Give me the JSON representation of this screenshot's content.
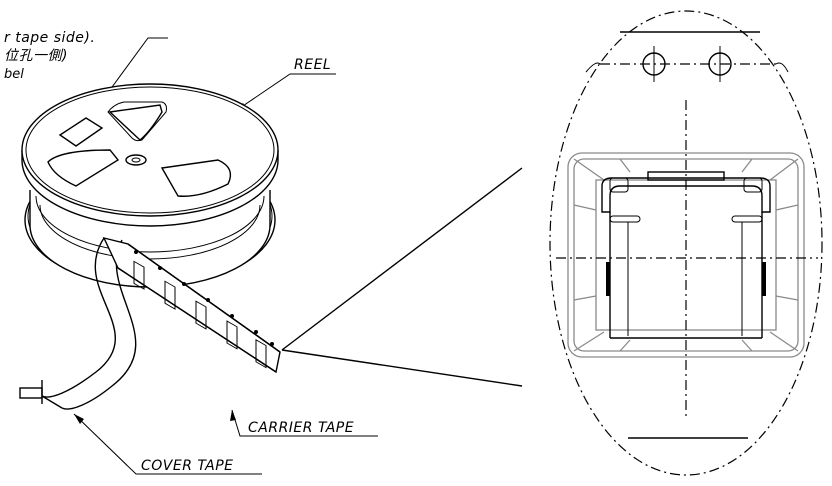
{
  "labels": {
    "side_note_line1": "r  tape  side).",
    "side_note_line2": "位孔一側)",
    "side_note_line3": "bel",
    "reel": "REEL",
    "carrier_tape": "CARRIER  TAPE",
    "cover_tape": "COVER  TAPE"
  }
}
